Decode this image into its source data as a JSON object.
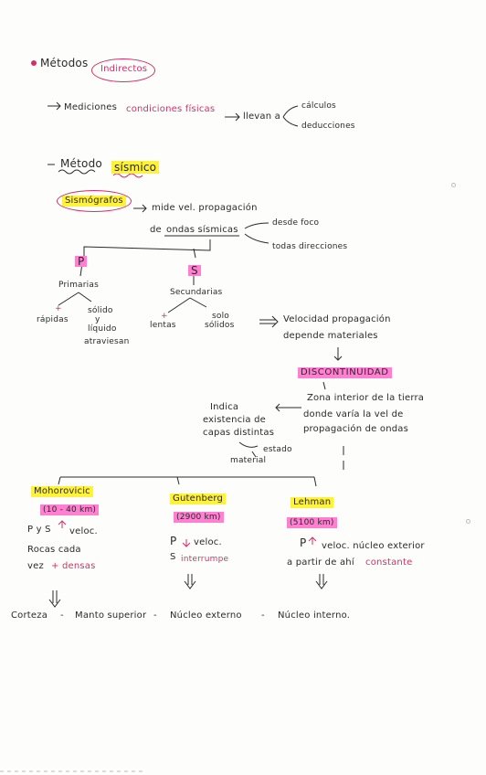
{
  "title": {
    "prefix": "Métodos",
    "boxed": "Indirectos"
  },
  "line1": {
    "arrow_text": "Mediciones",
    "conditions": "condiciones físicas",
    "lead": "llevan a",
    "branch_a": "cálculos",
    "branch_b": "deducciones"
  },
  "seismic": {
    "prefix": "Método",
    "highlight": "sísmico"
  },
  "seismographs": {
    "label": "Sismógrafos",
    "measure": "mide vel. propagación",
    "of_waves_prefix": "de",
    "waves": "ondas sísmicas",
    "from_focus": "desde foco",
    "all_directions": "todas direcciones"
  },
  "p_wave": {
    "letter": "P",
    "name": "Primarias",
    "faster": "rápidas",
    "plus": "+",
    "media_1": "sólido",
    "media_2": "y",
    "media_3": "líquido",
    "media_4": "atraviesan"
  },
  "s_wave": {
    "letter": "S",
    "name": "Secundarias",
    "plus": "+",
    "slower": "lentas",
    "only_1": "solo",
    "only_2": "sólidos"
  },
  "velocity": {
    "line1": "Velocidad propagación",
    "line2": "depende materiales"
  },
  "discontinuity": {
    "label": "DISCONTINUIDAD",
    "def_1": "Zona interior de la tierra",
    "def_2": "donde varía la vel de",
    "def_3": "propagación de ondas",
    "indicates_1": "Indica",
    "indicates_2": "existencia de",
    "indicates_3": "capas distintas",
    "state": "estado",
    "material": "material"
  },
  "mohorovicic": {
    "name": "Mohorovicic",
    "depth": "(10 - 40 km)",
    "l1_a": "P y S",
    "l1_b": "veloc.",
    "l2": "Rocas cada",
    "l3_a": "vez",
    "l3_b": "+ densas"
  },
  "gutenberg": {
    "name": "Gutenberg",
    "depth": "(2900 km)",
    "l1_a": "P",
    "l1_b": "veloc.",
    "l2_a": "S",
    "l2_b": "interrumpe"
  },
  "lehman": {
    "name": "Lehman",
    "depth": "(5100 km)",
    "l1_a": "P",
    "l1_b": "veloc. núcleo exterior",
    "l2_a": "a partir de ahí",
    "l2_b": "constante"
  },
  "layers": {
    "crust": "Corteza",
    "upper_mantle": "Manto superior",
    "outer_core": "Núcleo externo",
    "inner_core": "Núcleo interno.",
    "sep": "-"
  },
  "colors": {
    "pink_ink": "#d0306a",
    "yellow_hl": "#fff23a",
    "pink_hl": "#ff7fd0"
  }
}
